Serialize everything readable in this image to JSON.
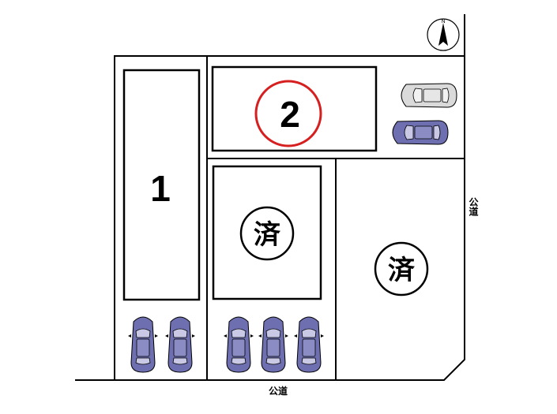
{
  "lots": [
    {
      "id": "lot-1",
      "label": "1"
    },
    {
      "id": "lot-2",
      "label": "2",
      "highlight_color": "#d62020"
    },
    {
      "id": "lot-3",
      "label": "済",
      "status": "sold"
    },
    {
      "id": "lot-4",
      "label": "済",
      "status": "sold"
    }
  ],
  "roads": {
    "east_label": "公道",
    "south_label": "公道"
  },
  "compass": {
    "label": "N"
  },
  "colors": {
    "car_body": "#6e6fb0",
    "car_light": "#d8d8d8",
    "line": "#000000",
    "highlight": "#d62020"
  },
  "icons": [
    "compass-icon",
    "car-icon"
  ]
}
